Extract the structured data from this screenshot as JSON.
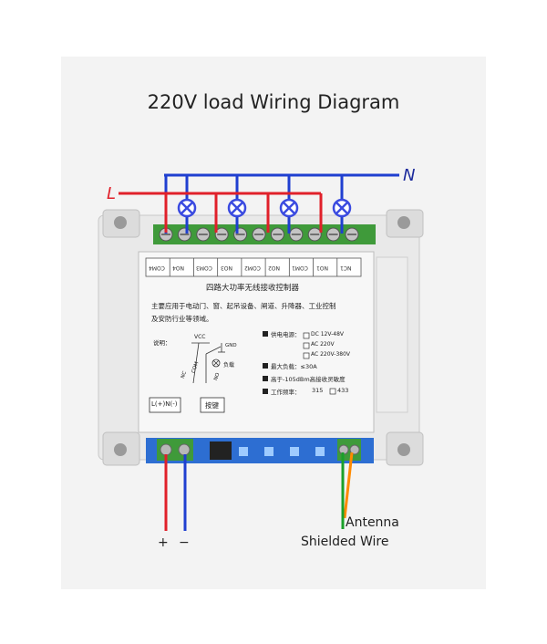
{
  "title": "220V load Wiring Diagram",
  "wire_labels": {
    "live": "L",
    "neutral": "N"
  },
  "colors": {
    "live": "#e0202a",
    "neutral": "#1f3fd0",
    "antenna": "#ff8a00",
    "shielded": "#1aa02a",
    "lamp": "#3a4ae0"
  },
  "terminal_labels": [
    "COM4",
    "NO4",
    "COM3",
    "NO3",
    "COM2",
    "NO2",
    "COM1",
    "NO1",
    "NC1"
  ],
  "label_panel": {
    "heading": "四路大功率无线接收控制器",
    "description_line1": "主要应用于电动门、窗、起吊设备、闸道、升降器、工业控制",
    "description_line2": "及安防行业等领域。",
    "note_label": "说明：",
    "vcc": "VCC",
    "gnd": "GND",
    "nc": "NC",
    "com": "COM",
    "no": "NO",
    "load": "负载",
    "power_label": "供电电源：",
    "power_options": [
      "DC 12V-48V",
      "AC 220V",
      "AC 220V-380V"
    ],
    "max_load": "最大负载：≤30A",
    "sensitivity": "高于-105dBm高接收灵敏度",
    "frequency_label": "工作频率：",
    "frequency_options": [
      "315",
      "433"
    ],
    "power_terminals": "L(+)N(-)",
    "key_button": "按键"
  },
  "bottom_labels": {
    "plus": "+",
    "minus": "−",
    "antenna": "Antenna",
    "shielded_wire": "Shielded Wire"
  }
}
